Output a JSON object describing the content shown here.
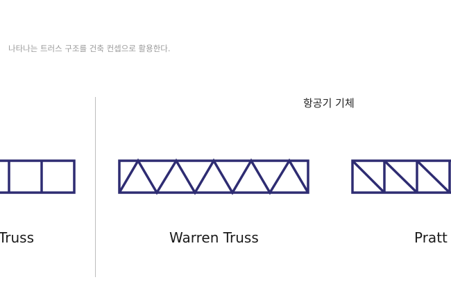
{
  "caption": "나타나는 트러스 구조를 건축 컨셉으로 활용한다.",
  "section_title": "항공기 기체",
  "trusses": [
    {
      "name": "Truss"
    },
    {
      "name": "Warren Truss"
    },
    {
      "name": "Pratt T"
    }
  ],
  "colors": {
    "truss": "#2e2c72",
    "divider": "#bdbdbd",
    "caption": "#9a9a9a"
  }
}
